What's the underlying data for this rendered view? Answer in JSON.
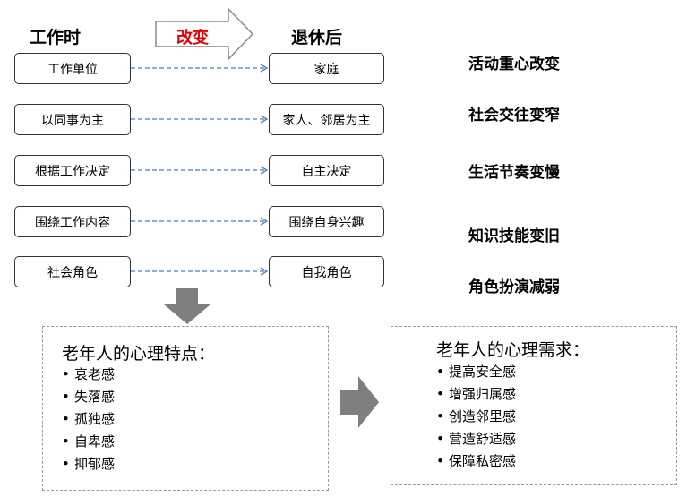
{
  "headers": {
    "before": "工作时",
    "change": "改变",
    "after": "退休后"
  },
  "rows": [
    {
      "before": "工作单位",
      "after": "家庭",
      "effect": "活动重心改变"
    },
    {
      "before": "以同事为主",
      "after": "家人、邻居为主",
      "effect": "社会交往变窄"
    },
    {
      "before": "根据工作决定",
      "after": "自主决定",
      "effect": "生活节奏变慢"
    },
    {
      "before": "围绕工作内容",
      "after": "围绕自身兴趣",
      "effect": "知识技能变旧"
    },
    {
      "before": "社会角色",
      "after": "自我角色",
      "effect": "角色扮演减弱"
    }
  ],
  "characteristics": {
    "title": "老年人的心理特点：",
    "items": [
      "衰老感",
      "失落感",
      "孤独感",
      "自卑感",
      "抑郁感"
    ]
  },
  "needs": {
    "title": "老年人的心理需求：",
    "items": [
      "提高安全感",
      "增强归属感",
      "创造邻里感",
      "营造舒适感",
      "保障私密感"
    ]
  },
  "colors": {
    "change_text": "#e00000",
    "arrow_gray": "#7f7f7f",
    "dash_line": "#4a7ebb",
    "panel_border": "#9a9a9a"
  }
}
